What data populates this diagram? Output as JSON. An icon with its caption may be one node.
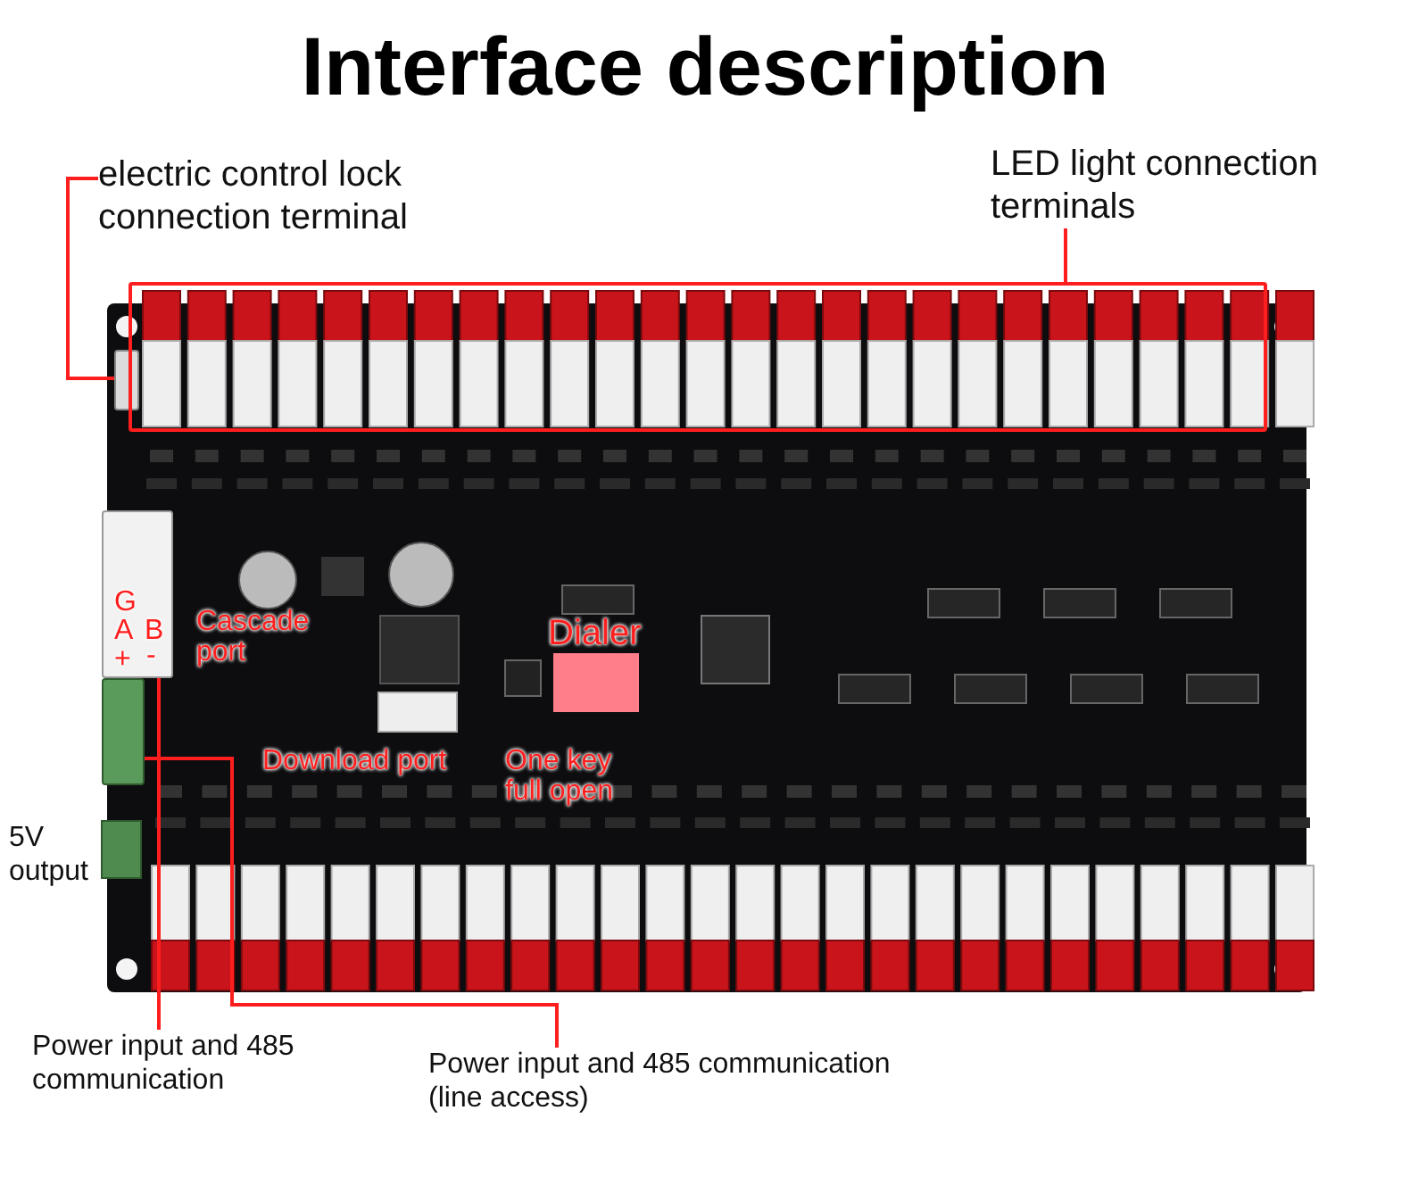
{
  "diagram": {
    "title": "Interface description",
    "nodes": [
      {
        "text": [
          "electric control lock connection terminal"
        ]
      },
      {
        "text": [],
        "shape": "box"
      },
      {
        "text": [
          "LED light connection terminals"
        ]
      },
      {
        "text": [],
        "shape": "box"
      },
      {
        "text": [],
        "shape": "box"
      },
      {
        "text": [
          "Power input and 485 communication"
        ]
      },
      {
        "text": [
          "Power input and 485 communication (line access)"
        ]
      },
      {
        "text": [],
        "shape": "box"
      }
    ],
    "edges": [
      {
        "from": 0,
        "to": 1,
        "arrow": "none"
      },
      {
        "from": 2,
        "to": 3,
        "arrow": "none"
      },
      {
        "from": 5,
        "to": 4,
        "arrow": "none"
      },
      {
        "from": 6,
        "to": 7,
        "arrow": "none"
      }
    ],
    "labels": [
      "G",
      "A",
      "B",
      "+",
      "-",
      "Cascade port",
      "Dialer",
      "Download port",
      "One key full open",
      "5V output"
    ]
  }
}
